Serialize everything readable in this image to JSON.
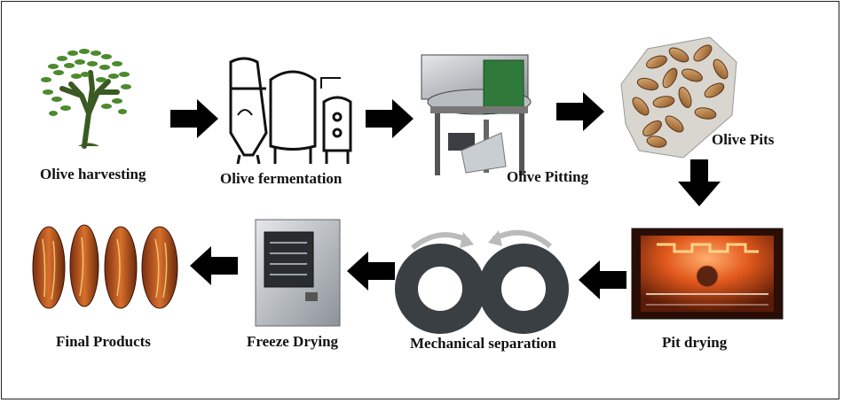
{
  "steps": {
    "harvesting": "Olive harvesting",
    "fermentation": "Olive fermentation",
    "pitting": "Olive Pitting",
    "pits": "Olive Pits",
    "drying": "Pit drying",
    "separation": "Mechanical separation",
    "freeze": "Freeze Drying",
    "final": "Final Products"
  },
  "icons": {
    "tree": "olive-tree-icon",
    "tanks": "fermentation-tanks-icon",
    "machine": "pitting-machine-icon",
    "pits": "olive-pits-icon",
    "oven": "oven-icon",
    "rollers": "rollers-icon",
    "freeze_dryer": "freeze-dryer-icon",
    "products": "final-products-icon",
    "arrow": "arrow-icon"
  },
  "colors": {
    "arrow": "#000000",
    "roller": "#3a3f44",
    "oven_glow": "#e85a1a",
    "pit": "#c28a4a",
    "leaf": "#3f7a2a",
    "trunk": "#3a5a22"
  }
}
